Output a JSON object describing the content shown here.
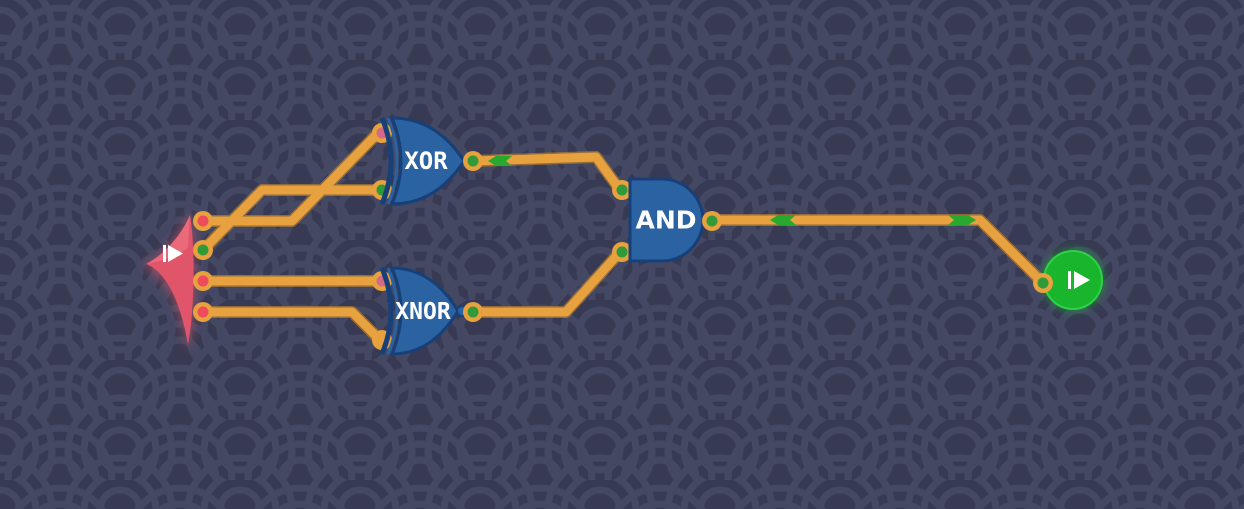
{
  "colors": {
    "background": "#373a52",
    "pattern": "#444863",
    "wire": "#e8a13f",
    "wire_dark": "#c98727",
    "gate_fill": "#2b62a1",
    "gate_stroke": "#173f78",
    "pin_on": "#2f9a37",
    "pin_off": "#ee4b5b",
    "input_node": "#e05569",
    "output_node": "#18b52d",
    "signal": "#29a82f"
  },
  "input_node": {
    "icon": "play-icon",
    "pin_states": [
      "off",
      "on",
      "off",
      "off"
    ]
  },
  "output_node": {
    "icon": "play-icon",
    "state": "on"
  },
  "gates": {
    "xor": {
      "label": "XOR"
    },
    "xnor": {
      "label": "XNOR"
    },
    "and": {
      "label": "AND"
    }
  }
}
